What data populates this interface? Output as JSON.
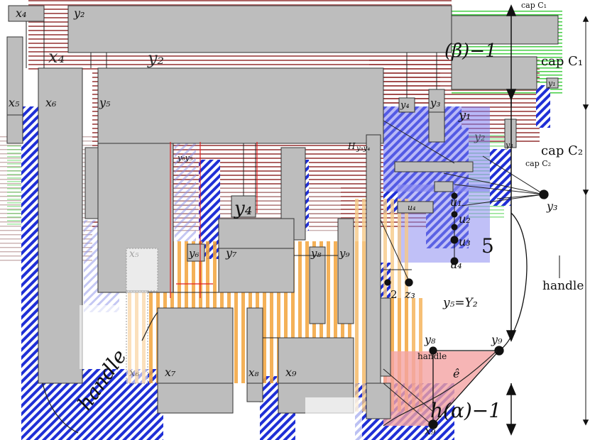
{
  "labels": {
    "x4": "x₄",
    "y2": "y₂",
    "x4_big": "x₄",
    "y2_big": "y₂",
    "x5": "x₅",
    "x6": "x₆",
    "y5": "y₅",
    "y4": "y₄",
    "y3": "y₃",
    "y1": "y₁",
    "y1_small": "y₁",
    "y6": "y₆",
    "y7": "y₇",
    "y8": "y₈",
    "y9": "y₉",
    "y4_big": "y₄",
    "x6_lo": "x₆",
    "x7": "x₇",
    "x8": "x₈",
    "x9": "x₉",
    "x5_ghost": "x₅",
    "u1": "u₁",
    "u2": "u₂",
    "u3": "u₃",
    "u4": "u₄",
    "five": "5",
    "u4_small": "u₄",
    "z2": "2",
    "z3": "z₃",
    "y5_eq": "y₅=Y₂",
    "handle": "handle",
    "handle_small": "handle",
    "handle_rot": "handle",
    "y3_node": "y₃",
    "y8_node": "y₈",
    "y9_node": "y₉",
    "x9_node": "x₉",
    "h_alpha": "h(α)−1",
    "h_beta": "(β)−1",
    "e_hat": "ê",
    "cap_c1_small": "cap C₁",
    "cap_c1": "cap C₁",
    "cap_c2": "cap C₂",
    "cap_c2_small": "cap C₂",
    "y3_mid": "y₃",
    "y2_mid": "y₂",
    "y5y4": "y₅y₄",
    "y6y5": "y₆y₅",
    "h_small": "H"
  },
  "colors": {
    "box_fill": "#bdbdbd",
    "box_fill_light": "#d0d0d0",
    "box_stroke": "#333333",
    "blue_hatch": "#1f2fd6",
    "blue_fill": "#8c8cf0",
    "red_lines": "#9b3b3b",
    "orange": "#f2a33a",
    "green": "#4fd24f",
    "pink": "#f4a3a3",
    "node": "#000000"
  }
}
